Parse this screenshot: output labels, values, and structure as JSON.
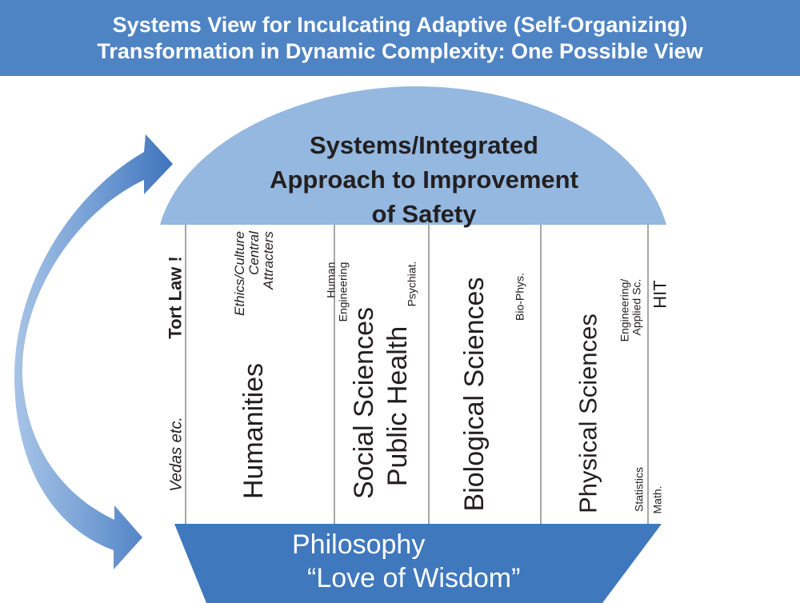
{
  "banner": {
    "line1": "Systems View for Inculcating Adaptive (Self-Organizing)",
    "line2": "Transformation in Dynamic Complexity: One Possible View"
  },
  "dome": {
    "line1": "Systems/Integrated",
    "line2": "Approach to Improvement",
    "line3": "of Safety"
  },
  "columns": {
    "vedas": "Vedas etc.",
    "tort_law": "Tort Law !",
    "ethics": {
      "line1": "Ethics/Culture",
      "line2": "Central",
      "line3": "Attracters"
    },
    "humanities": "Humanities",
    "human_engineering": {
      "line1": "Human",
      "line2": "Engineering"
    },
    "social_sciences": "Social Sciences",
    "public_health": "Public Health",
    "psychiat": "Psychiat.",
    "biological_sciences": "Biological Sciences",
    "bio_phys": "Bio-Phys.",
    "physical_sciences": "Physical Sciences",
    "engineering_applied": {
      "line1": "Engineering/",
      "line2": "Applied Sc."
    },
    "statistics": "Statistics",
    "math": "Math.",
    "hit": "HIT"
  },
  "base": {
    "line1": "Philosophy",
    "line2": "“Love of Wisdom”"
  },
  "colors": {
    "banner": "#4f84c4",
    "dome": "#94b8df",
    "base": "#3f78bd",
    "arrow": "#4a7fc3",
    "text": "#231f20"
  }
}
